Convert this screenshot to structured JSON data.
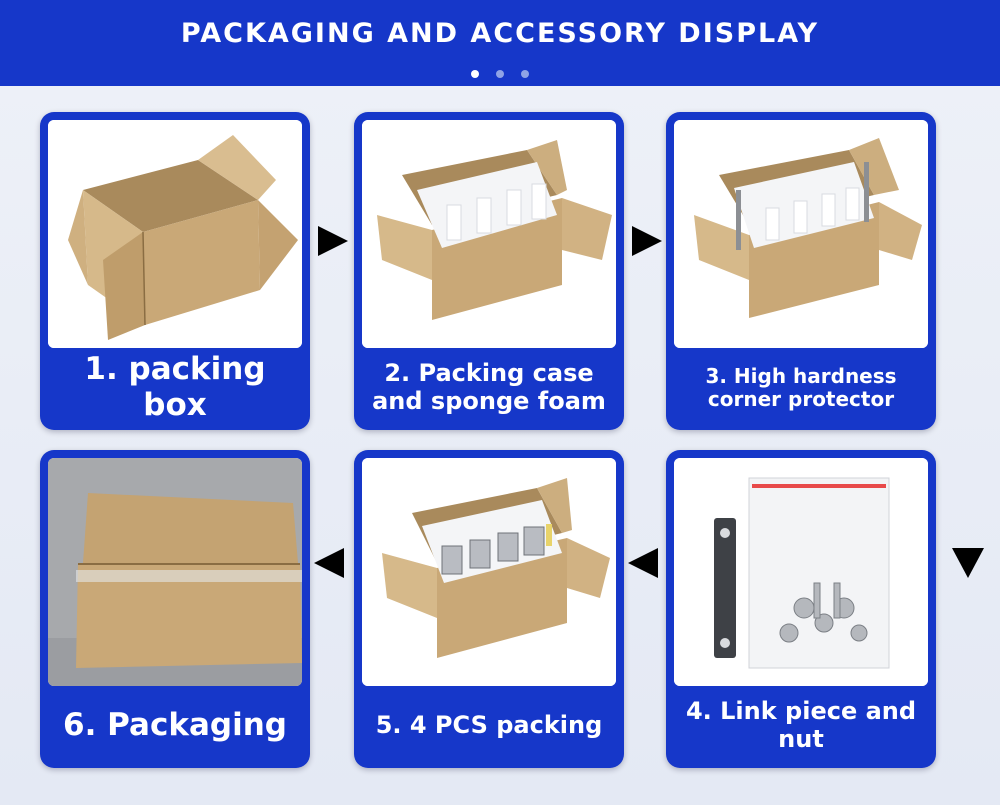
{
  "header": {
    "title": "PACKAGING AND ACCESSORY DISPLAY"
  },
  "colors": {
    "brand_blue": "#1637c9",
    "cardboard": "#c9a877",
    "foam": "#ffffff"
  },
  "steps": [
    {
      "label": "1. packing box"
    },
    {
      "label": "2. Packing case and sponge foam"
    },
    {
      "label": "3. High hardness corner protector"
    },
    {
      "label": "4. Link piece and nut"
    },
    {
      "label": "5. 4 PCS packing"
    },
    {
      "label": "6. Packaging"
    }
  ]
}
